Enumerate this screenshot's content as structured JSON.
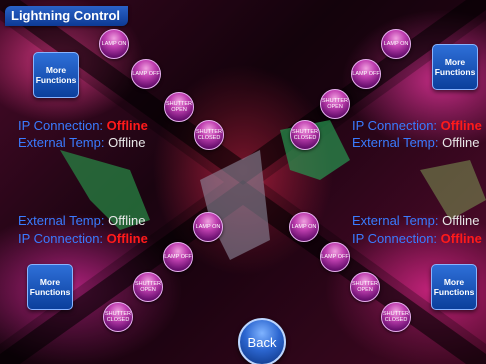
{
  "app": {
    "title": "Lightning Control"
  },
  "more_functions_label": "More Functions",
  "back_label": "Back",
  "quadrants": {
    "top_left": {
      "buttons": [
        "LAMP ON",
        "LAMP OFF",
        "SHUTTER OPEN",
        "SHUTTER CLOSED"
      ],
      "ip_label": "IP Connection:",
      "ip_value": "Offline",
      "temp_label": "External Temp:",
      "temp_value": "Offline"
    },
    "top_right": {
      "buttons": [
        "LAMP ON",
        "LAMP OFF",
        "SHUTTER OPEN",
        "SHUTTER CLOSED"
      ],
      "ip_label": "IP Connection:",
      "ip_value": "Offline",
      "temp_label": "External Temp:",
      "temp_value": "Offline"
    },
    "bottom_left": {
      "buttons": [
        "LAMP ON",
        "LAMP OFF",
        "SHUTTER OPEN",
        "SHUTTER CLOSED"
      ],
      "ip_label": "IP Connection:",
      "ip_value": "Offline",
      "temp_label": "External Temp:",
      "temp_value": "Offline"
    },
    "bottom_right": {
      "buttons": [
        "LAMP ON",
        "LAMP OFF",
        "SHUTTER OPEN",
        "SHUTTER CLOSED"
      ],
      "ip_label": "IP Connection:",
      "ip_value": "Offline",
      "temp_label": "External Temp:",
      "temp_value": "Offline"
    }
  },
  "colors": {
    "label_blue": "#3a7bff",
    "offline_red": "#ff1a1a",
    "button_blue": "#1f5cc4"
  }
}
